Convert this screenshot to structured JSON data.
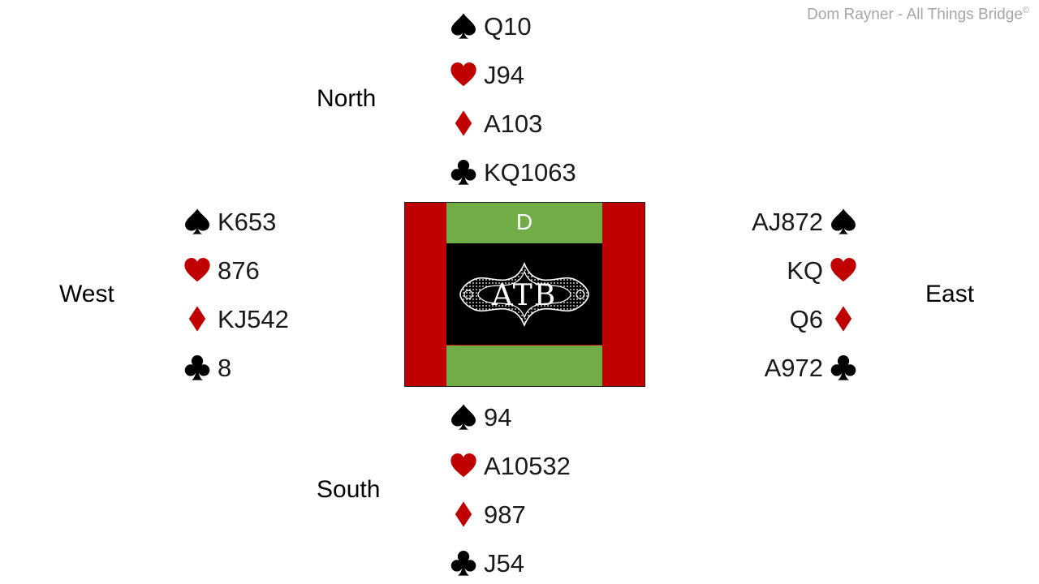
{
  "credit": {
    "text": "Dom Rayner  - All Things Bridge",
    "mark": "©"
  },
  "seats": {
    "north": "North",
    "south": "South",
    "east": "East",
    "west": "West"
  },
  "hands": {
    "north": {
      "spades": "Q10",
      "hearts": "J94",
      "diamonds": "A103",
      "clubs": "KQ1063"
    },
    "south": {
      "spades": "94",
      "hearts": "A10532",
      "diamonds": "987",
      "clubs": "J54"
    },
    "west": {
      "spades": "K653",
      "hearts": "876",
      "diamonds": "KJ542",
      "clubs": "8"
    },
    "east": {
      "spades": "AJ872",
      "hearts": "KQ",
      "diamonds": "Q6",
      "clubs": "A972"
    }
  },
  "table": {
    "dealer_marker": "D",
    "logo_letters": "ATB"
  },
  "colors": {
    "red_suit": "#c00000",
    "black_suit": "#000000",
    "table_red": "#c00000",
    "table_green": "#70ad47",
    "table_black": "#000000",
    "credit_gray": "#a6a6a6"
  },
  "icons": {
    "spades": "spade-icon",
    "hearts": "heart-icon",
    "diamonds": "diamond-icon",
    "clubs": "club-icon"
  }
}
